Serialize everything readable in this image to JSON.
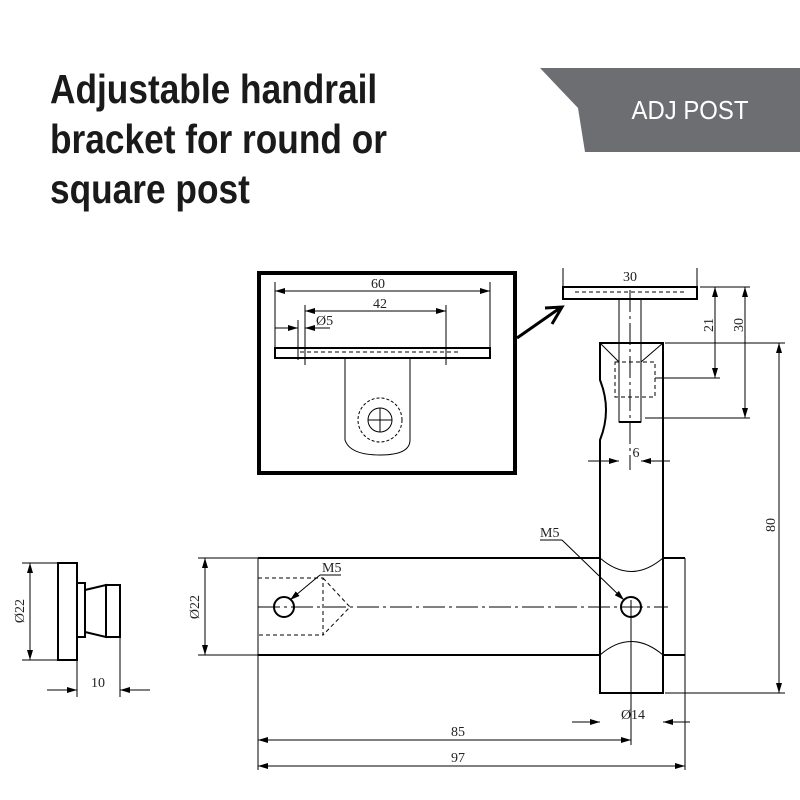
{
  "title": {
    "lines": [
      "Adjustable handrail",
      "bracket for round or",
      "square post"
    ]
  },
  "badge": {
    "label": "ADJ POST",
    "color": "#6d6e71"
  },
  "drawing": {
    "inset": {
      "width": "60",
      "hole_spacing": "42",
      "hole_diameter": "Ø5"
    },
    "top_view": {
      "plate_width": "30",
      "height_21": "21",
      "height_30": "30",
      "stem_width": "6",
      "post_height": "80"
    },
    "side_view": {
      "thread_left": "M5",
      "thread_right": "M5",
      "arm_diameter": "Ø22",
      "post_diameter": "Ø14",
      "length_85": "85",
      "length_97": "97"
    },
    "end_view": {
      "diameter": "Ø22",
      "depth": "10"
    }
  }
}
